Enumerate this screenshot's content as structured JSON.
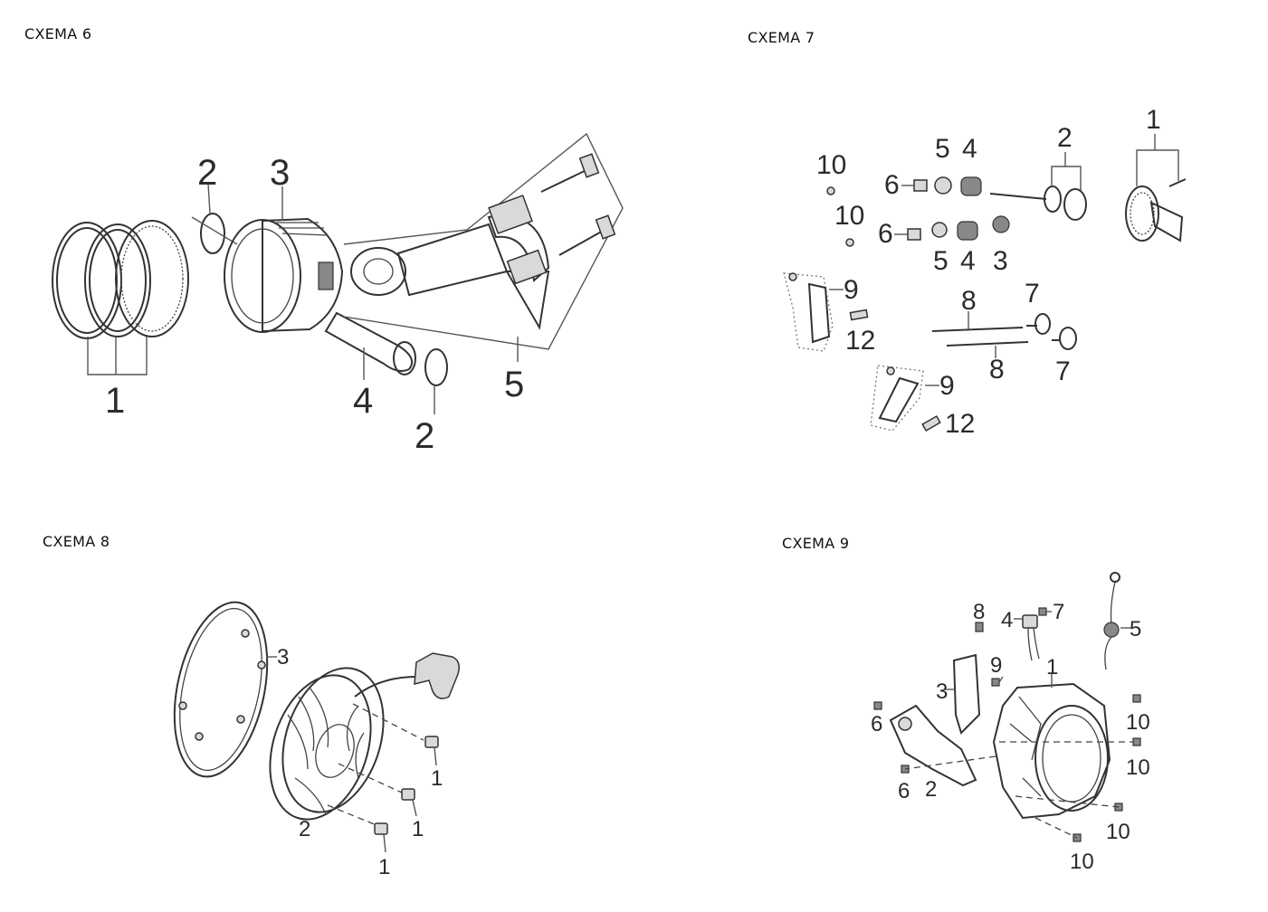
{
  "schemas": [
    {
      "title": "СХЕМА 6",
      "callouts": [
        "1",
        "2",
        "3",
        "4",
        "2",
        "5"
      ]
    },
    {
      "title": "СХЕМА 7",
      "callouts": [
        "10",
        "10",
        "6",
        "6",
        "5",
        "4",
        "5",
        "4",
        "3",
        "2",
        "1",
        "9",
        "12",
        "8",
        "8",
        "7",
        "7",
        "9",
        "12"
      ]
    },
    {
      "title": "СХЕМА 8",
      "callouts": [
        "3",
        "1",
        "1",
        "1",
        "2"
      ]
    },
    {
      "title": "СХЕМА 9",
      "callouts": [
        "8",
        "7",
        "4",
        "5",
        "9",
        "1",
        "3",
        "6",
        "6",
        "2",
        "10",
        "10",
        "10",
        "10"
      ]
    }
  ]
}
